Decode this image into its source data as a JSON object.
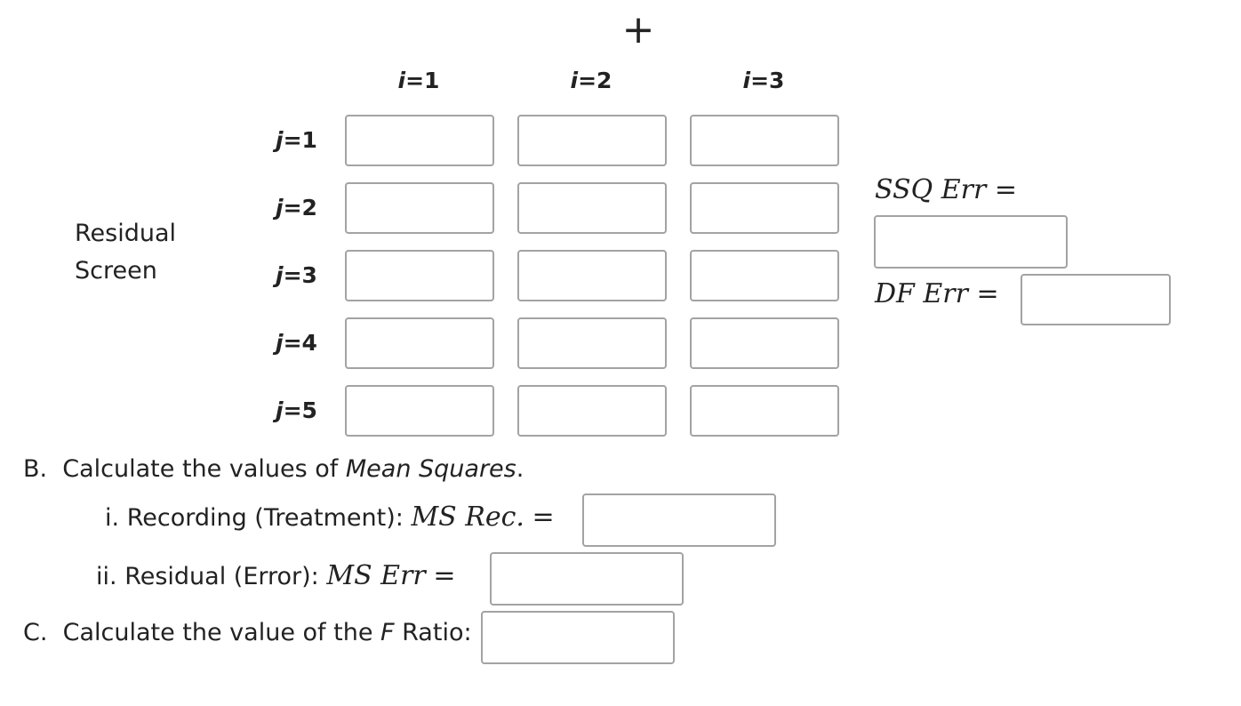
{
  "plus_symbol": "+",
  "columns": [
    {
      "var": "i",
      "eq": "=1"
    },
    {
      "var": "i",
      "eq": "=2"
    },
    {
      "var": "i",
      "eq": "=3"
    }
  ],
  "rows": [
    {
      "var": "j",
      "eq": "=1"
    },
    {
      "var": "j",
      "eq": "=2"
    },
    {
      "var": "j",
      "eq": "=3"
    },
    {
      "var": "j",
      "eq": "=4"
    },
    {
      "var": "j",
      "eq": "=5"
    }
  ],
  "side_label": {
    "line1": "Residual",
    "line2": "Screen"
  },
  "ssq": {
    "label": "SSQ Err",
    "eq": "="
  },
  "df": {
    "label": "DF Err",
    "eq": "="
  },
  "partB": {
    "letter": "B.",
    "text_before": "Calculate the values of ",
    "italic": "Mean Squares",
    "text_after": ".",
    "item_i": {
      "num": "i.",
      "text": "Recording (Treatment): ",
      "math": "MS Rec.",
      "eq": "="
    },
    "item_ii": {
      "num": "ii.",
      "text": "Residual (Error): ",
      "math": "MS Err",
      "eq": "="
    }
  },
  "partC": {
    "letter": "C.",
    "text_before": "Calculate the value of the ",
    "italic": "F",
    "text_after": " Ratio:"
  }
}
